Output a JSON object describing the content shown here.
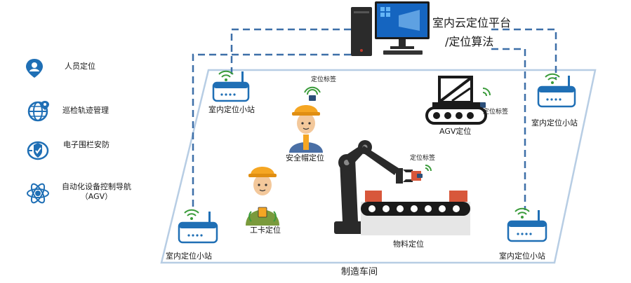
{
  "platform": {
    "label_line1": "室内云定位平台",
    "label_line2": "/定位算法"
  },
  "legend": [
    {
      "icon": "person-pin-icon",
      "label": "人员定位"
    },
    {
      "icon": "globe-route-icon",
      "label": "巡检轨迹管理"
    },
    {
      "icon": "fence-shield-icon",
      "label": "电子围栏安防"
    },
    {
      "icon": "atom-navigation-icon",
      "label": "自动化设备控制导航\n（AGV）"
    }
  ],
  "stations": {
    "top_left": "室内定位小站",
    "top_right": "室内定位小站",
    "bottom_left": "室内定位小站",
    "bottom_right": "室内定位小站"
  },
  "tags": {
    "helmet_tag": "定位标签",
    "agv_tag": "定位标签",
    "arm_tag": "定位标签"
  },
  "items": {
    "helmet_worker": "安全帽定位",
    "badge_worker": "工卡定位",
    "agv": "AGV定位",
    "materials": "物料定位"
  },
  "workshop_label": "制造车间",
  "colors": {
    "accent_blue": "#1f6fb5",
    "dashed_line": "#3d6fa8",
    "floor_edge": "#b7cde4",
    "signal_green": "#3a9b3a",
    "helmet_orange": "#f5a623",
    "box_red": "#d8573b"
  }
}
